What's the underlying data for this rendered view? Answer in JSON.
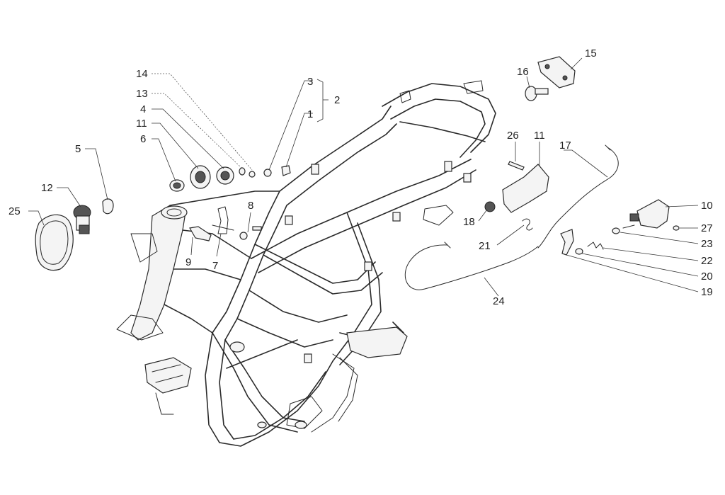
{
  "callouts": {
    "n1": "1",
    "n2": "2",
    "n3": "3",
    "n4": "4",
    "n5": "5",
    "n6": "6",
    "n7": "7",
    "n8": "8",
    "n9": "9",
    "n10": "10",
    "n11a": "11",
    "n11b": "11",
    "n12": "12",
    "n13": "13",
    "n14": "14",
    "n15": "15",
    "n16": "16",
    "n17": "17",
    "n18": "18",
    "n19": "19",
    "n20": "20",
    "n21": "21",
    "n22": "22",
    "n23": "23",
    "n24": "24",
    "n25": "25",
    "n26": "26",
    "n27": "27"
  }
}
